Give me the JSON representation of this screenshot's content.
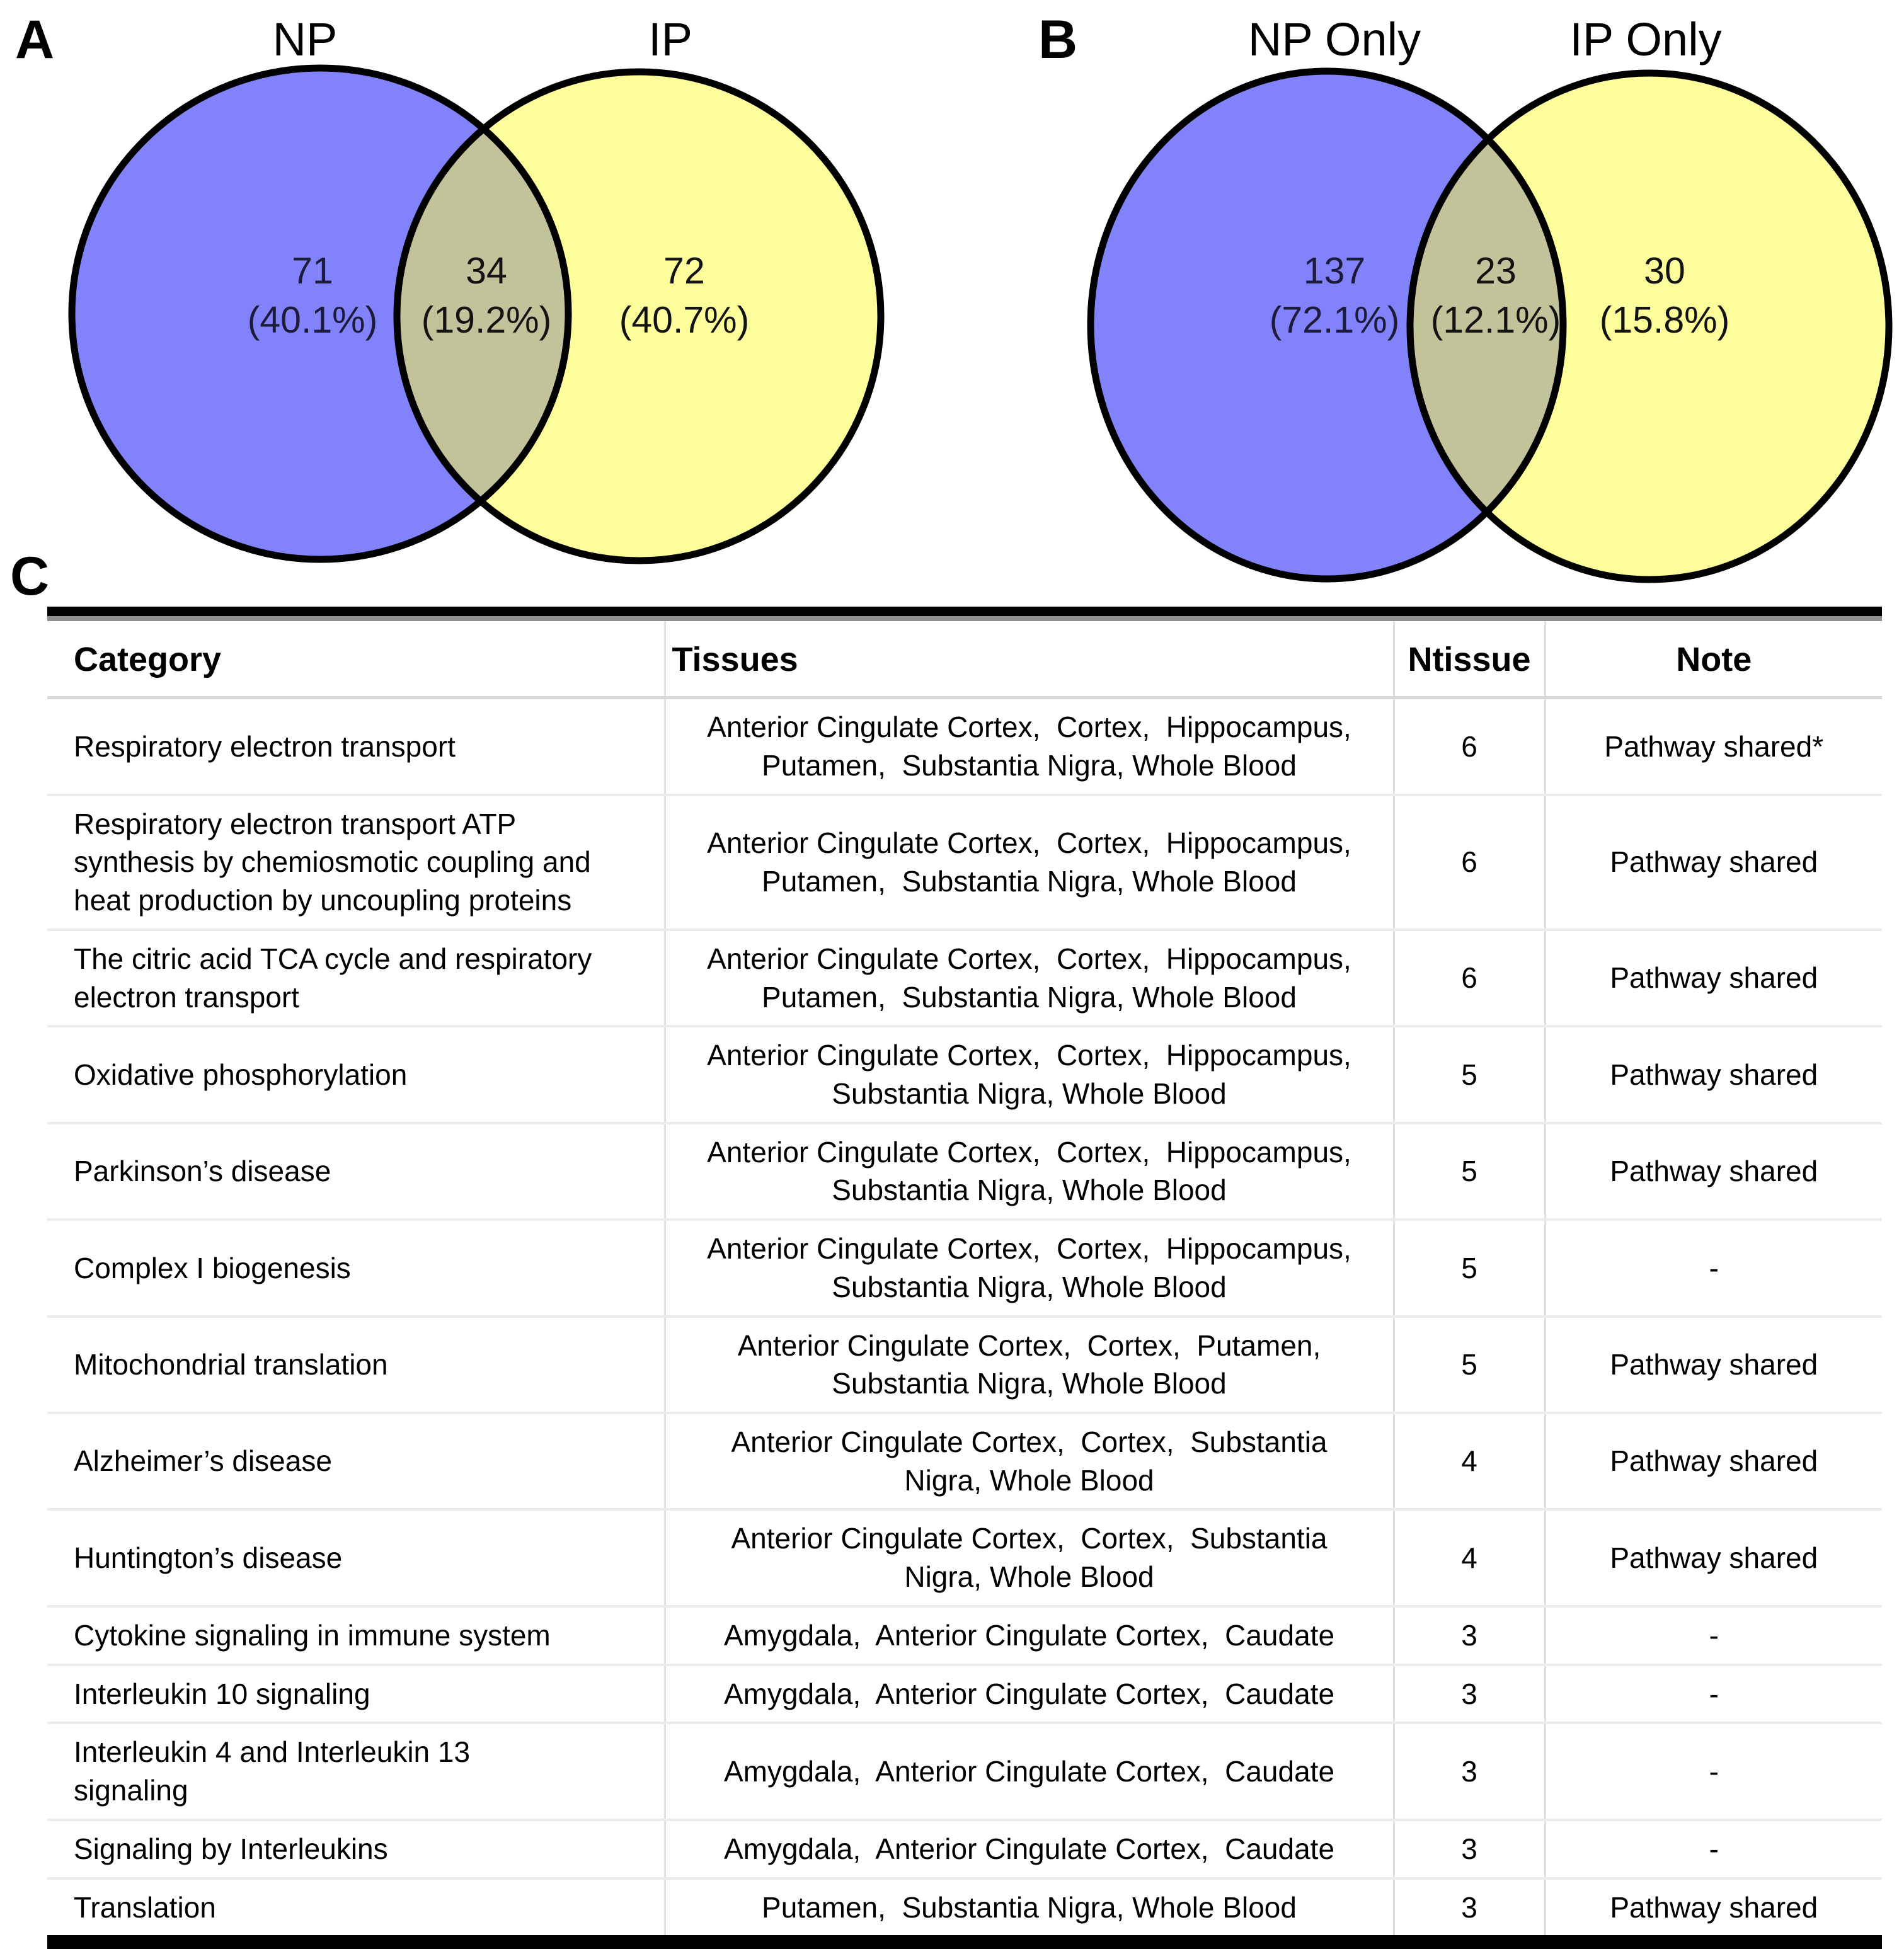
{
  "figure": {
    "panel_a_letter": "A",
    "panel_b_letter": "B",
    "panel_c_letter": "C"
  },
  "colors": {
    "left_fill": "#8282FA",
    "right_fill": "#FDFD9B",
    "overlap_fill": "#C3C39B",
    "outline": "#000000",
    "count_dark_navy": "#1B1B3A",
    "count_black": "#131313"
  },
  "venn_a": {
    "left_label": "NP",
    "right_label": "IP",
    "left_count": "71",
    "left_pct": "(40.1%)",
    "overlap_count": "34",
    "overlap_pct": "(19.2%)",
    "right_count": "72",
    "right_pct": "(40.7%)"
  },
  "venn_b": {
    "left_label": "NP Only",
    "right_label": "IP Only",
    "left_count": "137",
    "left_pct": "(72.1%)",
    "overlap_count": "23",
    "overlap_pct": "(12.1%)",
    "right_count": "30",
    "right_pct": "(15.8%)"
  },
  "table": {
    "headers": [
      "Category",
      "Tissues",
      "Ntissue",
      "Note"
    ],
    "rows": [
      {
        "category": "Respiratory electron transport",
        "tissues": "Anterior Cingulate Cortex,  Cortex,  Hippocampus,\nPutamen,  Substantia Nigra, Whole Blood",
        "ntissue": "6",
        "note": "Pathway shared*"
      },
      {
        "category": "Respiratory electron transport ATP\nsynthesis by chemiosmotic coupling and\nheat production by uncoupling proteins",
        "tissues": "Anterior Cingulate Cortex,  Cortex,  Hippocampus,\nPutamen,  Substantia Nigra, Whole Blood",
        "ntissue": "6",
        "note": "Pathway shared"
      },
      {
        "category": "The citric acid TCA cycle and respiratory\nelectron transport",
        "tissues": "Anterior Cingulate Cortex,  Cortex,  Hippocampus,\nPutamen,  Substantia Nigra, Whole Blood",
        "ntissue": "6",
        "note": "Pathway shared"
      },
      {
        "category": "Oxidative phosphorylation",
        "tissues": "Anterior Cingulate Cortex,  Cortex,  Hippocampus,\nSubstantia Nigra, Whole Blood",
        "ntissue": "5",
        "note": "Pathway shared"
      },
      {
        "category": "Parkinson’s disease",
        "tissues": "Anterior Cingulate Cortex,  Cortex,  Hippocampus,\nSubstantia Nigra, Whole Blood",
        "ntissue": "5",
        "note": "Pathway shared"
      },
      {
        "category": "Complex I biogenesis",
        "tissues": "Anterior Cingulate Cortex,  Cortex,  Hippocampus,\nSubstantia Nigra, Whole Blood",
        "ntissue": "5",
        "note": "-"
      },
      {
        "category": "Mitochondrial translation",
        "tissues": "Anterior Cingulate Cortex,  Cortex,  Putamen,\nSubstantia Nigra, Whole Blood",
        "ntissue": "5",
        "note": "Pathway shared"
      },
      {
        "category": "Alzheimer’s disease",
        "tissues": "Anterior Cingulate Cortex,  Cortex,  Substantia\nNigra, Whole Blood",
        "ntissue": "4",
        "note": "Pathway shared"
      },
      {
        "category": "Huntington’s disease",
        "tissues": "Anterior Cingulate Cortex,  Cortex,  Substantia\nNigra, Whole Blood",
        "ntissue": "4",
        "note": "Pathway shared"
      },
      {
        "category": "Cytokine signaling in immune system",
        "tissues": "Amygdala,  Anterior Cingulate Cortex,  Caudate",
        "ntissue": "3",
        "note": "-"
      },
      {
        "category": "Interleukin 10 signaling",
        "tissues": "Amygdala,  Anterior Cingulate Cortex,  Caudate",
        "ntissue": "3",
        "note": "-"
      },
      {
        "category": "Interleukin 4 and Interleukin 13\nsignaling",
        "tissues": "Amygdala,  Anterior Cingulate Cortex,  Caudate",
        "ntissue": "3",
        "note": "-"
      },
      {
        "category": "Signaling by Interleukins",
        "tissues": "Amygdala,  Anterior Cingulate Cortex,  Caudate",
        "ntissue": "3",
        "note": "-"
      },
      {
        "category": "Translation",
        "tissues": "Putamen,  Substantia Nigra, Whole Blood",
        "ntissue": "3",
        "note": "Pathway shared"
      }
    ]
  }
}
